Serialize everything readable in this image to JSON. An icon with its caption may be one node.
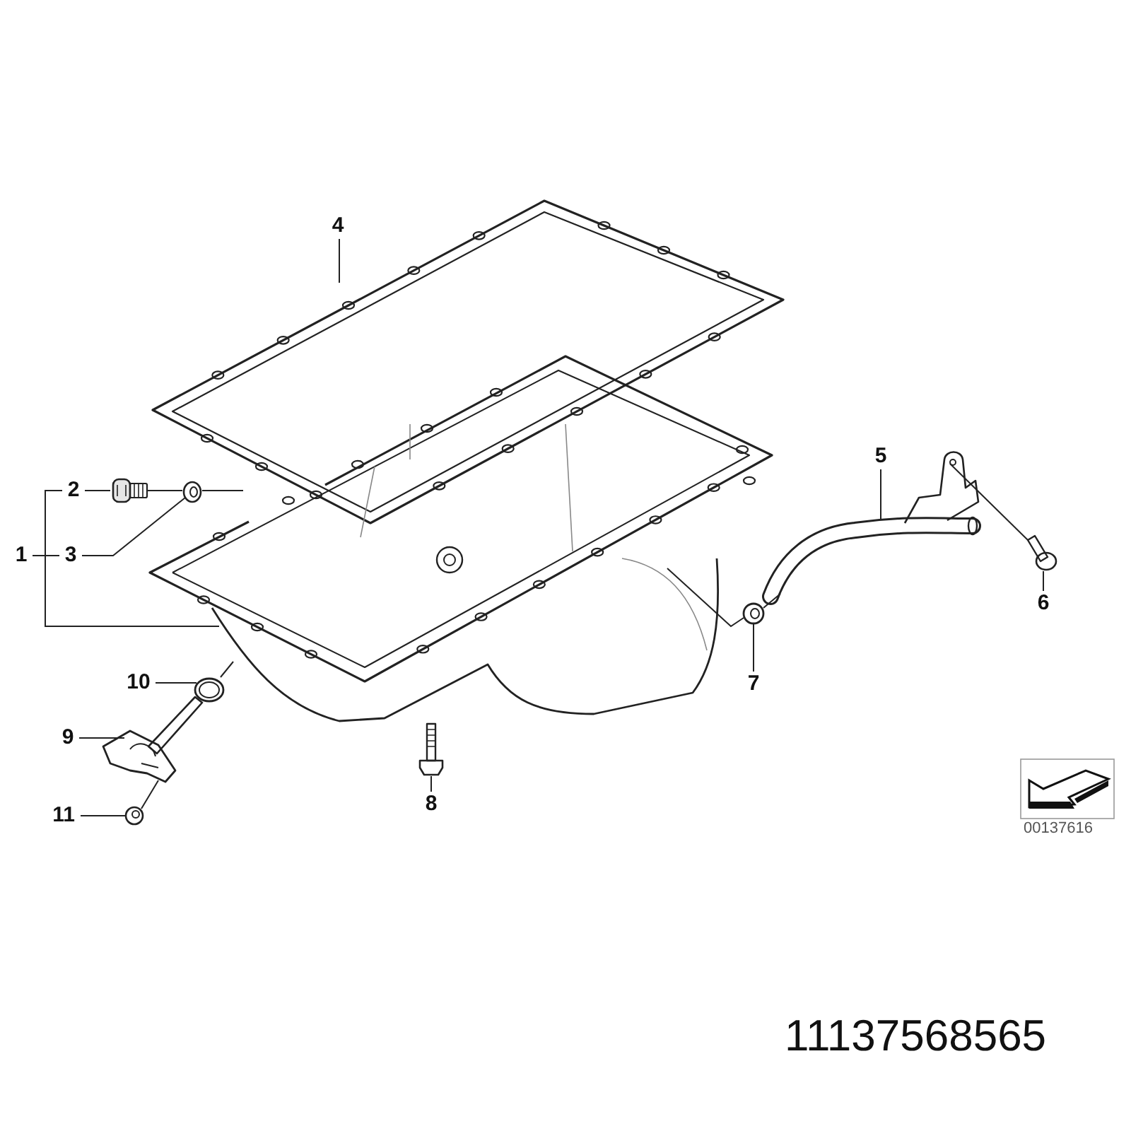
{
  "diagram": {
    "nodes": [
      {
        "text": [
          "4"
        ]
      },
      {
        "text": [
          "5"
        ]
      },
      {
        "text": [
          "2"
        ]
      },
      {
        "text": [
          "1"
        ]
      },
      {
        "text": [
          "3"
        ]
      },
      {
        "text": [
          "6"
        ]
      },
      {
        "text": [
          "10"
        ]
      },
      {
        "text": [
          "7"
        ]
      },
      {
        "text": [
          "9"
        ]
      },
      {
        "text": [
          "8"
        ]
      },
      {
        "text": [
          "11"
        ]
      },
      {
        "text": [],
        "shape": "picture"
      },
      {
        "text": [],
        "shape": "picture"
      },
      {
        "text": [],
        "shape": "picture"
      },
      {
        "text": [],
        "shape": "picture"
      },
      {
        "text": [],
        "shape": "picture"
      },
      {
        "text": [],
        "shape": "picture"
      },
      {
        "text": [],
        "shape": "picture"
      },
      {
        "text": [],
        "shape": "picture"
      },
      {
        "text": [],
        "shape": "picture"
      },
      {
        "text": [],
        "shape": "picture"
      },
      {
        "text": [],
        "shape": "picture"
      }
    ],
    "edges": [
      {
        "from": 0,
        "to": 11,
        "arrow": "none"
      },
      {
        "from": 1,
        "to": 12,
        "arrow": "none"
      },
      {
        "from": 2,
        "to": 13,
        "arrow": "none"
      },
      {
        "from": 3,
        "to": 15,
        "arrow": "none"
      },
      {
        "from": 4,
        "to": 14,
        "arrow": "none"
      },
      {
        "from": 5,
        "to": 16,
        "arrow": "none"
      },
      {
        "from": 6,
        "to": 17,
        "arrow": "none"
      },
      {
        "from": 7,
        "to": 18,
        "arrow": "none"
      },
      {
        "from": 8,
        "to": 19,
        "arrow": "none"
      },
      {
        "from": 9,
        "to": 20,
        "arrow": "none"
      },
      {
        "from": 10,
        "to": 21,
        "arrow": "none"
      },
      {
        "from": 13,
        "to": 14,
        "arrow": "none"
      },
      {
        "from": 14,
        "to": 15,
        "arrow": "none"
      },
      {
        "from": 18,
        "to": 15,
        "arrow": "none"
      },
      {
        "from": 18,
        "to": 12,
        "arrow": "none"
      },
      {
        "from": 16,
        "to": 12,
        "arrow": "none"
      },
      {
        "from": 17,
        "to": 15,
        "arrow": "none"
      },
      {
        "from": 21,
        "to": 19,
        "arrow": "none"
      },
      {
        "from": 3,
        "to": 2,
        "arrow": "none"
      },
      {
        "from": 3,
        "to": 4,
        "arrow": "none"
      }
    ],
    "labels": [
      "00137616",
      "11137568565"
    ]
  }
}
